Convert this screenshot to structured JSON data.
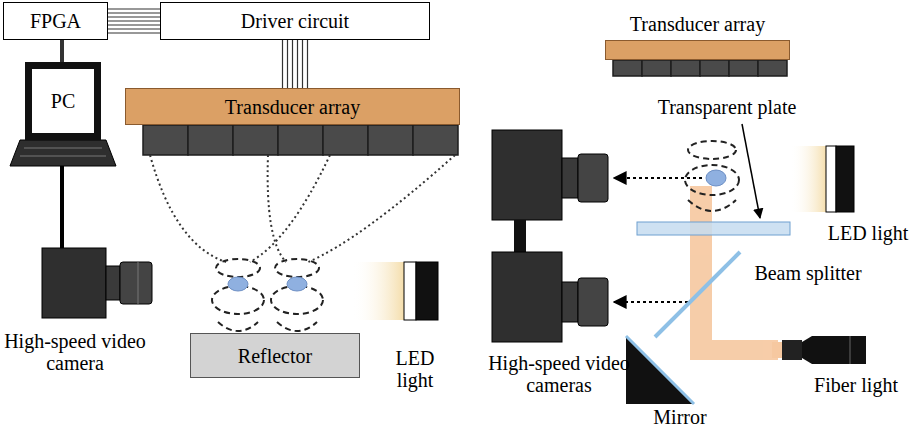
{
  "diagram": {
    "nodes": [
      {
        "text": [
          "FPGA"
        ]
      },
      {
        "text": [
          "Driver circuit"
        ]
      },
      {
        "text": [
          "PC"
        ]
      },
      {
        "text": [
          "Transducer array"
        ]
      },
      {
        "text": [
          "Reflector"
        ]
      },
      {
        "text": [
          "Transducer array"
        ]
      }
    ],
    "edges": [
      {
        "from": 0,
        "to": 1,
        "arrow": "none"
      },
      {
        "from": 0,
        "to": 2,
        "arrow": "none"
      },
      {
        "from": 1,
        "to": 3,
        "arrow": "none"
      }
    ],
    "labels": [
      "High-speed video camera",
      "LED light",
      "Transparent plate",
      "LED light",
      "High-speed video cameras",
      "Beam splitter",
      "Fiber light",
      "Mirror"
    ]
  }
}
